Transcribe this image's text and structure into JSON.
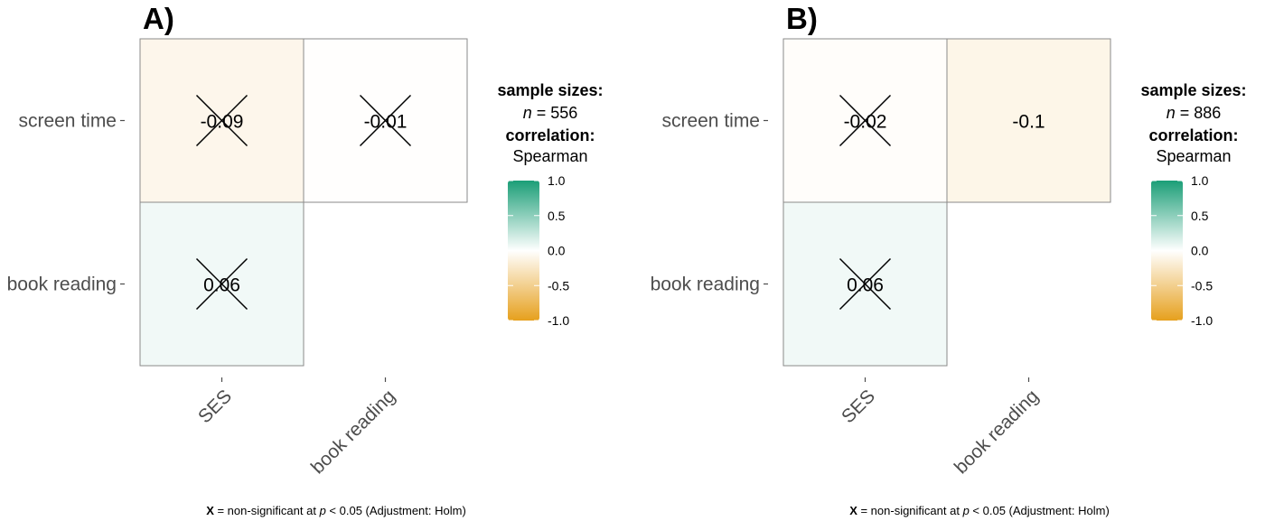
{
  "colors": {
    "positive": "#1b9e77",
    "neutral": "#ffffff",
    "negative": "#e6a01d",
    "text": "#000000",
    "axis_text": "#4d4d4d",
    "cell_border": "#8a8a8a"
  },
  "chart_data": [
    {
      "type": "heatmap",
      "panel_label": "A)",
      "rows": [
        "screen time",
        "book reading"
      ],
      "columns": [
        "SES",
        "book reading"
      ],
      "cells": [
        {
          "row": "screen time",
          "column": "SES",
          "value": -0.09,
          "label": "-0.09",
          "non_significant": true
        },
        {
          "row": "screen time",
          "column": "book reading",
          "value": -0.01,
          "label": "-0.01",
          "non_significant": true
        },
        {
          "row": "book reading",
          "column": "SES",
          "value": 0.06,
          "label": "0.06",
          "non_significant": true
        }
      ],
      "legend": {
        "sample_sizes_title": "sample sizes:",
        "n_symbol": "n",
        "n_value": "556",
        "correlation_title": "correlation:",
        "method": "Spearman",
        "ticks": [
          "1.0",
          "0.5",
          "0.0",
          "-0.5",
          "-1.0"
        ],
        "range": [
          -1,
          1
        ]
      },
      "caption": {
        "x_symbol": "X",
        "text_before_p": "= non-significant at",
        "p_symbol": "p",
        "text_after_p": "< 0.05 (Adjustment: Holm)"
      }
    },
    {
      "type": "heatmap",
      "panel_label": "B)",
      "rows": [
        "screen time",
        "book reading"
      ],
      "columns": [
        "SES",
        "book reading"
      ],
      "cells": [
        {
          "row": "screen time",
          "column": "SES",
          "value": -0.02,
          "label": "-0.02",
          "non_significant": true
        },
        {
          "row": "screen time",
          "column": "book reading",
          "value": -0.1,
          "label": "-0.1",
          "non_significant": false
        },
        {
          "row": "book reading",
          "column": "SES",
          "value": 0.06,
          "label": "0.06",
          "non_significant": true
        }
      ],
      "legend": {
        "sample_sizes_title": "sample sizes:",
        "n_symbol": "n",
        "n_value": "886",
        "correlation_title": "correlation:",
        "method": "Spearman",
        "ticks": [
          "1.0",
          "0.5",
          "0.0",
          "-0.5",
          "-1.0"
        ],
        "range": [
          -1,
          1
        ]
      },
      "caption": {
        "x_symbol": "X",
        "text_before_p": "= non-significant at",
        "p_symbol": "p",
        "text_after_p": "< 0.05 (Adjustment: Holm)"
      }
    }
  ]
}
